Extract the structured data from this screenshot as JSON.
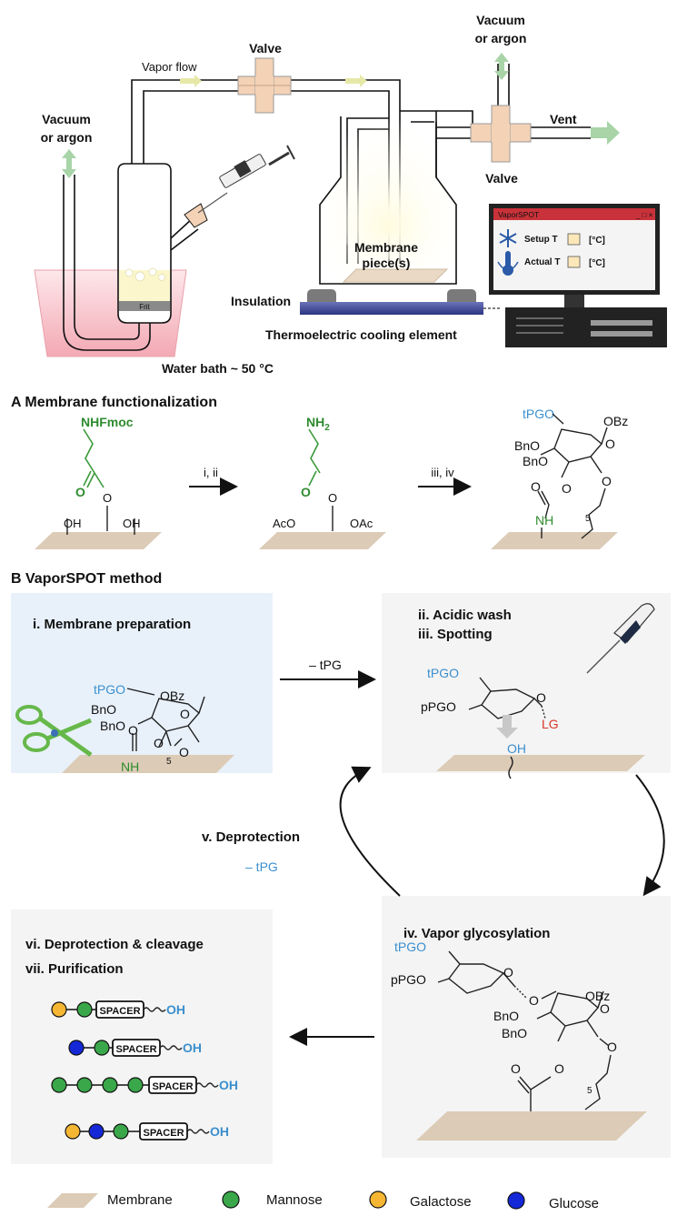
{
  "apparatus": {
    "vapor_flow": "Vapor flow",
    "valve_top": "Valve",
    "valve_right": "Valve",
    "vacuum_left_1": "Vacuum",
    "vacuum_left_2": "or argon",
    "vacuum_right_1": "Vacuum",
    "vacuum_right_2": "or argon",
    "vent": "Vent",
    "frit": "Frit",
    "membrane_pieces_1": "Membrane",
    "membrane_pieces_2": "piece(s)",
    "insulation": "Insulation",
    "cooling": "Thermoelectric cooling element",
    "water_bath": "Water bath ~ 50 °C",
    "software": {
      "title": "VaporSPOT",
      "setup": "Setup T",
      "actual": "Actual T",
      "unit_setup": "[°C]",
      "unit_actual": "[°C]"
    }
  },
  "panel_a": {
    "title": "A  Membrane functionalization",
    "nhfmoc": "NHFmoc",
    "nh2": "NH",
    "nh2_sub": "2",
    "oh_left": "OH",
    "oh_right": "OH",
    "aco": "AcO",
    "oac": "OAc",
    "o": "O",
    "step1": "i, ii",
    "step2": "iii, iv",
    "tpgo": "tPGO",
    "obz": "OBz",
    "bno_1": "BnO",
    "bno_2": "BnO",
    "nh": "NH",
    "sub5": "5"
  },
  "panel_b": {
    "title": "B  VaporSPOT method",
    "step_i": "i. Membrane preparation",
    "step_ii": "ii.  Acidic wash",
    "step_iii": "iii. Spotting",
    "step_iv": "iv. Vapor glycosylation",
    "step_v": "v. Deprotection",
    "minus_tpg_v": "– tPG",
    "minus_tpg_top": "– tPG",
    "step_vi": "vi. Deprotection & cleavage",
    "step_vii": "vii. Purification",
    "tpgo": "tPGO",
    "ppgo": "pPGO",
    "lg": "LG",
    "oh": "OH",
    "obz": "OBz",
    "bno": "BnO",
    "nh": "NH",
    "sub5": "5",
    "o": "O",
    "spacer": "SPACER",
    "oh_label": "OH"
  },
  "legend": {
    "membrane": "Membrane",
    "mannose": "Mannose",
    "galactose": "Galactose",
    "glucose": "Glucose"
  },
  "colors": {
    "mannose": "#3aa84a",
    "galactose": "#f5b733",
    "glucose": "#1428d8",
    "membrane": "#dccbb6",
    "protecting_group": "#3b8fcf",
    "amine": "#2e8b2e",
    "leaving_group": "#d9352b"
  },
  "glycans": [
    {
      "residues": [
        "galactose",
        "mannose"
      ]
    },
    {
      "residues": [
        "glucose",
        "mannose"
      ]
    },
    {
      "residues": [
        "mannose",
        "mannose",
        "mannose",
        "mannose"
      ]
    },
    {
      "residues": [
        "galactose",
        "glucose",
        "mannose"
      ]
    }
  ]
}
